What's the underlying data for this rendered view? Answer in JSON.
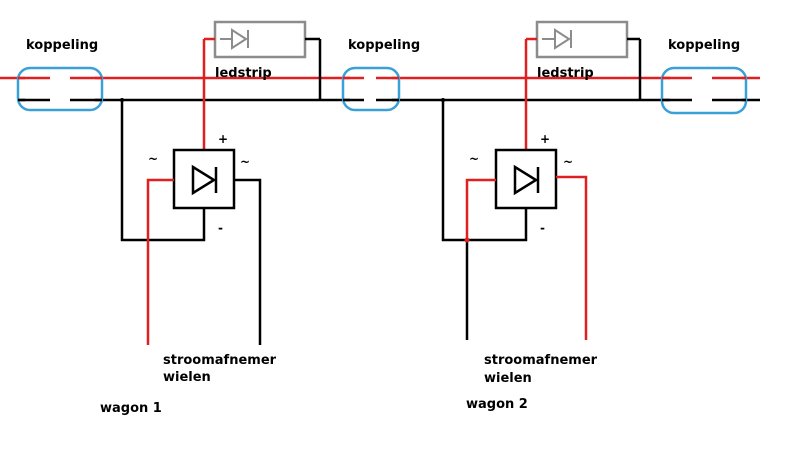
{
  "colors": {
    "wire_red": "#e02020",
    "wire_black": "#000000",
    "coupling": "#3aa0d8",
    "ledstrip_box": "#8c8c8c",
    "ledstrip_diode": "#8c8c8c",
    "bridge": "#000000"
  },
  "couplings": [
    {
      "label": "koppeling"
    },
    {
      "label": "koppeling"
    },
    {
      "label": "koppeling"
    }
  ],
  "wagons": [
    {
      "label": "wagon 1",
      "ledstrip_label": "ledstrip",
      "pickup_label_line1": "stroomafnemer",
      "pickup_label_line2": "wielen",
      "plus": "+",
      "minus": "-",
      "ac_left": "~",
      "ac_right": "~"
    },
    {
      "label": "wagon 2",
      "ledstrip_label": "ledstrip",
      "pickup_label_line1": "stroomafnemer",
      "pickup_label_line2": "wielen",
      "plus": "+",
      "minus": "-",
      "ac_left": "~",
      "ac_right": "~"
    }
  ]
}
